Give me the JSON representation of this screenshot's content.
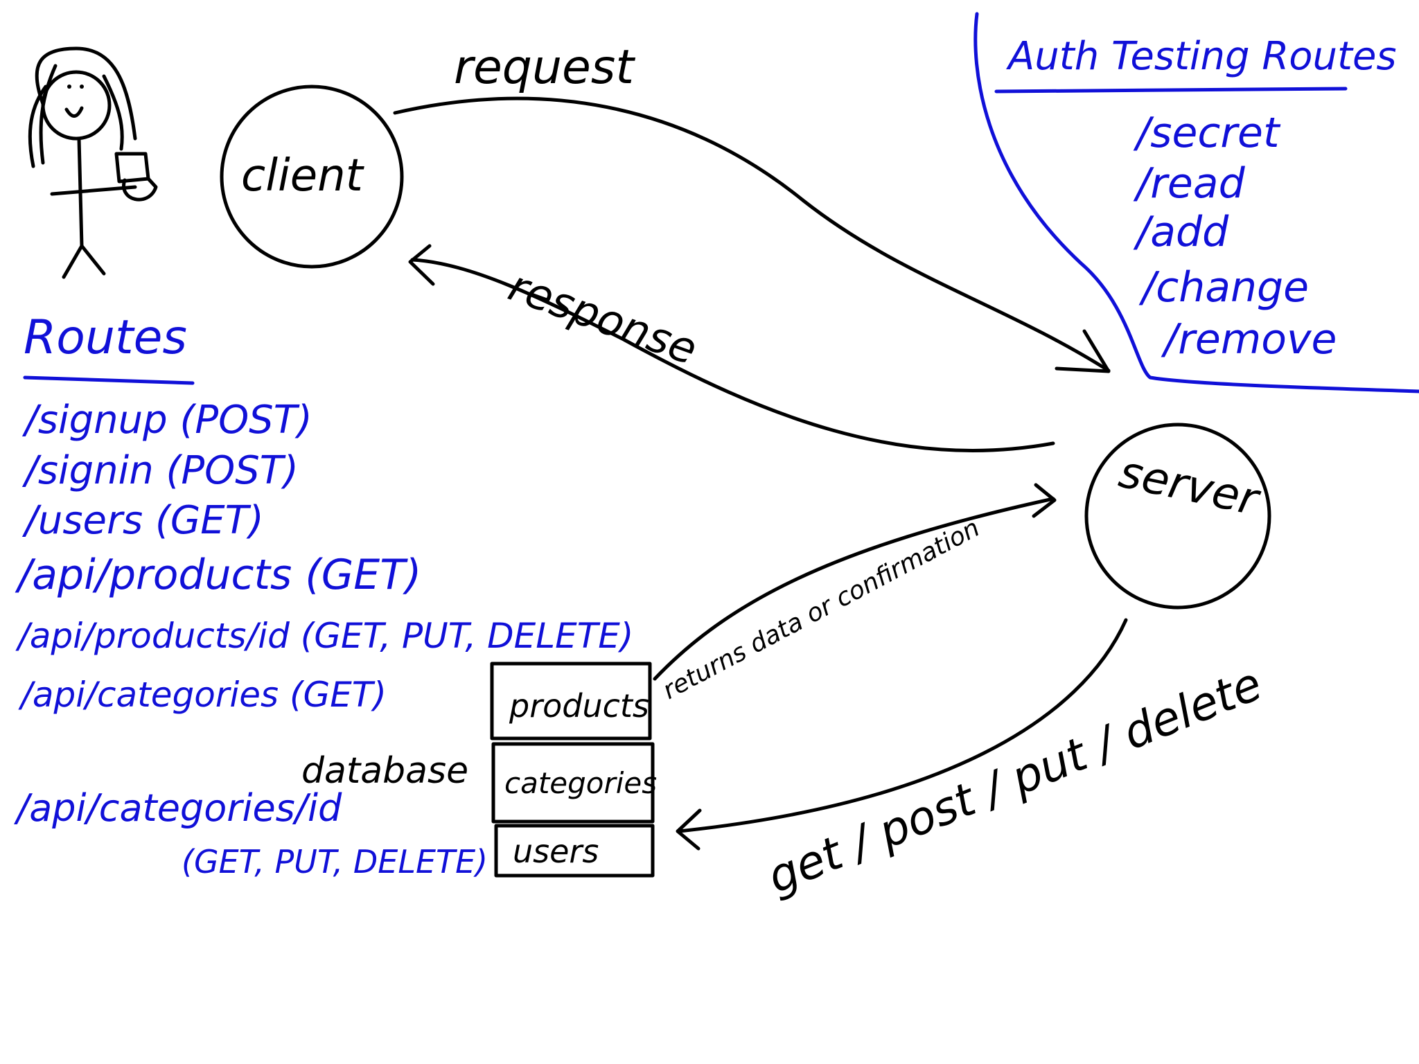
{
  "nodes": {
    "client": "client",
    "server": "server"
  },
  "arrows": {
    "request": "request",
    "response": "response",
    "returns": "returns data or confirmation",
    "methods": "get / post / put / delete"
  },
  "database": {
    "label": "database",
    "tables": [
      "products",
      "categories",
      "users"
    ]
  },
  "routes": {
    "title": "Routes",
    "items": [
      "/signup (POST)",
      "/signin (POST)",
      "/users (GET)",
      "/api/products (GET)",
      "/api/products/id (GET, PUT, DELETE)",
      "/api/categories (GET)",
      "/api/categories/id",
      "(GET, PUT, DELETE)"
    ]
  },
  "auth_routes": {
    "title": "Auth Testing Routes",
    "items": [
      "/secret",
      "/read",
      "/add",
      "/change",
      "/remove"
    ]
  },
  "colors": {
    "ink": "#000000",
    "blue_ink": "#1010d8",
    "background": "#ffffff"
  }
}
